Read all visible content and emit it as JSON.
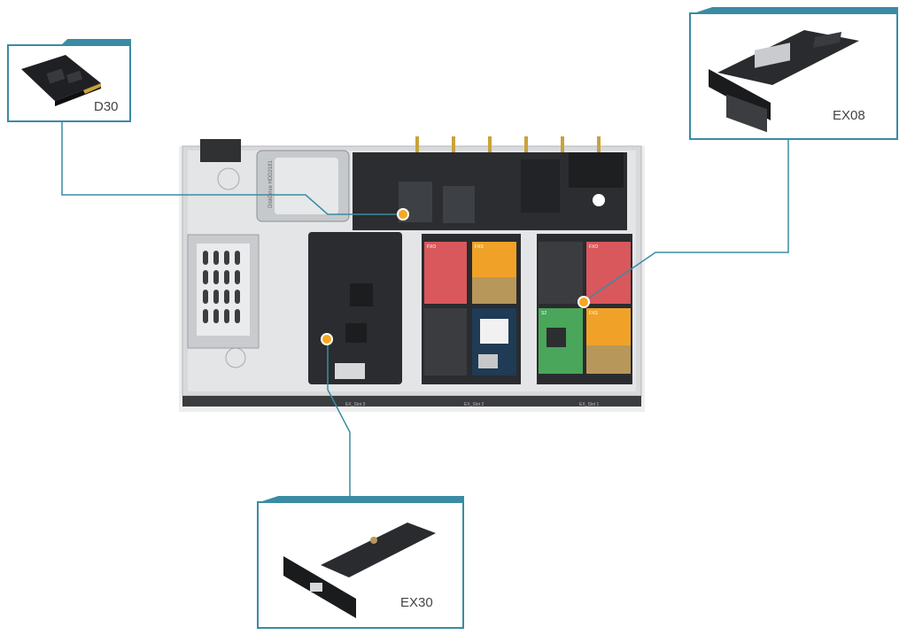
{
  "callouts": {
    "d30": {
      "label": "D30"
    },
    "ex08": {
      "label": "EX08"
    },
    "ex30": {
      "label": "EX30"
    }
  },
  "chassis": {
    "hdd_label": "DiskDrive HDD2181",
    "slots": [
      "EX_Slot 3",
      "EX_Slot 2",
      "EX_Slot 1"
    ],
    "modules": [
      "FXO",
      "FXS",
      "FXS",
      "S2",
      "FXO"
    ]
  },
  "colors": {
    "accent": "#3a8ba3",
    "marker": "#f5a623",
    "fxo": "#d9585c",
    "fxs": "#f0a228",
    "gsm": "#1f3b55",
    "s2": "#4aa65a"
  }
}
